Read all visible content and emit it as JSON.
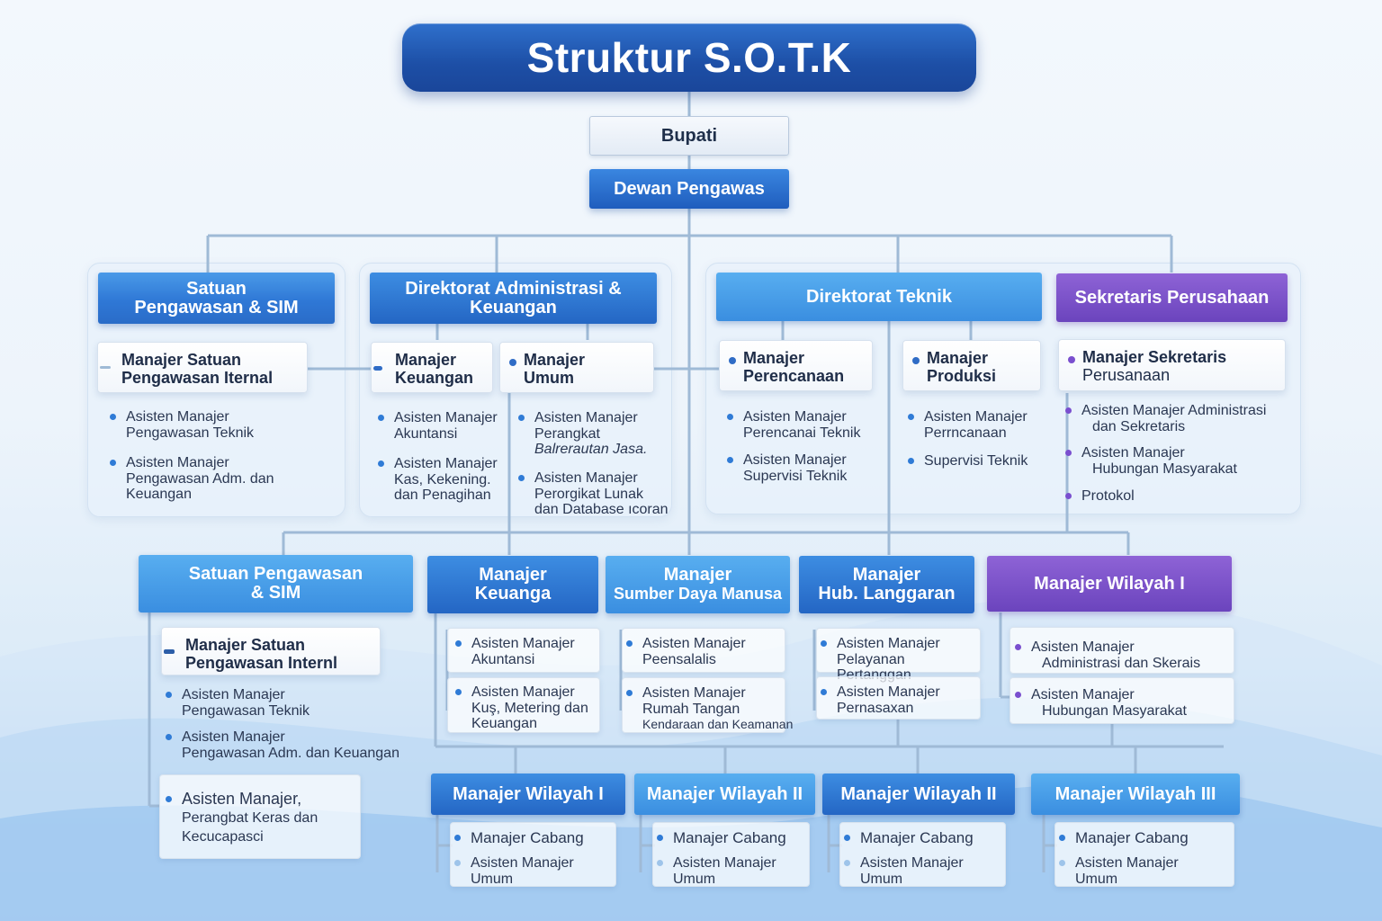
{
  "title": "Struktur S.O.T.K",
  "bupati": "Bupati",
  "dewan": "Dewan Pengawas",
  "colors": {
    "primary": "#2f78d6",
    "navy": "#1d4fa6",
    "purple": "#6b44bd",
    "bullet_blue": "#2f7bd6",
    "bullet_purple": "#7a4fcf"
  },
  "top_row": {
    "spi": {
      "header": [
        "Satuan",
        "Pengawasan & SIM"
      ],
      "card": [
        "Manajer Satuan",
        "Pengawasan Iternal"
      ],
      "items": [
        [
          "Asisten Manajer",
          "Pengawasan Teknik"
        ],
        [
          "Asisten Manajer",
          "Pengawasan Adm. dan",
          "Keuangan"
        ]
      ]
    },
    "adm": {
      "header": [
        "Direktorat Administrasi &",
        "Keuangan"
      ],
      "card_keuangan": [
        "Manajer",
        "Keuangan"
      ],
      "card_umum": [
        "Manajer",
        "Umum"
      ],
      "items_keuangan": [
        [
          "Asisten Manajer",
          "Akuntansi"
        ],
        [
          "Asisten Manajer",
          "Kas, Kekening.",
          "dan Penagihan"
        ]
      ],
      "items_umum": [
        [
          "Asisten Manajer",
          "Perangkat",
          "Balrerautan Jasa."
        ],
        [
          "Asisten Manajer",
          "Perorgikat Lunak",
          "dan Database ıcoran"
        ]
      ]
    },
    "teknik": {
      "header": "Direktorat Teknik",
      "card_perencanaan": [
        "Manajer",
        "Perencanaan"
      ],
      "card_produksi": [
        "Manajer",
        "Produksi"
      ],
      "items_perencanaan": [
        [
          "Asisten Manajer",
          "Perencanai Teknik"
        ],
        [
          "Asisten Manajer",
          "Supervisi Teknik"
        ]
      ],
      "items_produksi": [
        [
          "Asisten Manajer",
          "Perrncanaan"
        ],
        [
          "Supervisi Teknik"
        ]
      ]
    },
    "sekretaris": {
      "header": "Sekretaris Perusahaan",
      "card": [
        "Manajer Sekretaris",
        "Perusanaan"
      ],
      "items": [
        [
          "Asisten Manajer Administrasi",
          "dan Sekretaris"
        ],
        [
          "Asisten Manajer",
          "Hubungan Masyarakat"
        ],
        [
          "Protokol"
        ]
      ]
    }
  },
  "middle_row": {
    "spi2": {
      "header": [
        "Satuan Pengawasan",
        "& SIM"
      ],
      "card": [
        "Manajer Satuan",
        "Pengawasan Internl"
      ],
      "items": [
        [
          "Asisten Manajer",
          "Pengawasan Teknik"
        ],
        [
          "Asisten Manajer",
          "Pengawasan Adm. dan Keuangan"
        ]
      ],
      "sub_card": [
        "Asisten Manajer,",
        "Perangbat Keras dan",
        "Kecucapasci"
      ]
    },
    "keuangan": {
      "header": [
        "Manajer",
        "Keuanga"
      ],
      "items": [
        [
          "Asisten Manajer",
          "Akuntansi"
        ],
        [
          "Asisten Manajer",
          "Kuş, Metering dan",
          "Keuangan"
        ]
      ]
    },
    "sdm": {
      "header": [
        "Manajer",
        "Sumber Daya Manusa"
      ],
      "items": [
        [
          "Asisten Manajer",
          "Peensalalis"
        ],
        [
          "Asisten Manajer",
          "Rumah Tangan",
          "Kendaraan dan Keamanan"
        ]
      ]
    },
    "hub": {
      "header": [
        "Manajer",
        "Hub. Langgaran"
      ],
      "items": [
        [
          "Asisten Manajer",
          "Pelayanan Pertanggan"
        ],
        [
          "Asisten Manajer",
          "Pernasaxan"
        ]
      ]
    },
    "wilayah1": {
      "header": "Manajer Wilayah I",
      "items": [
        [
          "Asisten Manajer",
          "Administrasi dan Skerais"
        ],
        [
          "Asisten Manajer",
          "Hubungan Masyarakat"
        ]
      ]
    }
  },
  "bottom_row": [
    {
      "header": "Manajer Wilayah I",
      "card": "Manajer Cabang",
      "item": [
        "Asisten Manajer",
        "Umum"
      ]
    },
    {
      "header": "Manajer Wilayah II",
      "card": "Manajer Cabang",
      "item": [
        "Asisten Manajer",
        "Umum"
      ]
    },
    {
      "header": "Manajer Wilayah II",
      "card": "Manajer Cabang",
      "item": [
        "Asisten Manajer",
        "Umum"
      ]
    },
    {
      "header": "Manajer Wilayah III",
      "card": "Manajer Cabang",
      "item": [
        "Asisten Manajer",
        "Umum"
      ]
    }
  ]
}
